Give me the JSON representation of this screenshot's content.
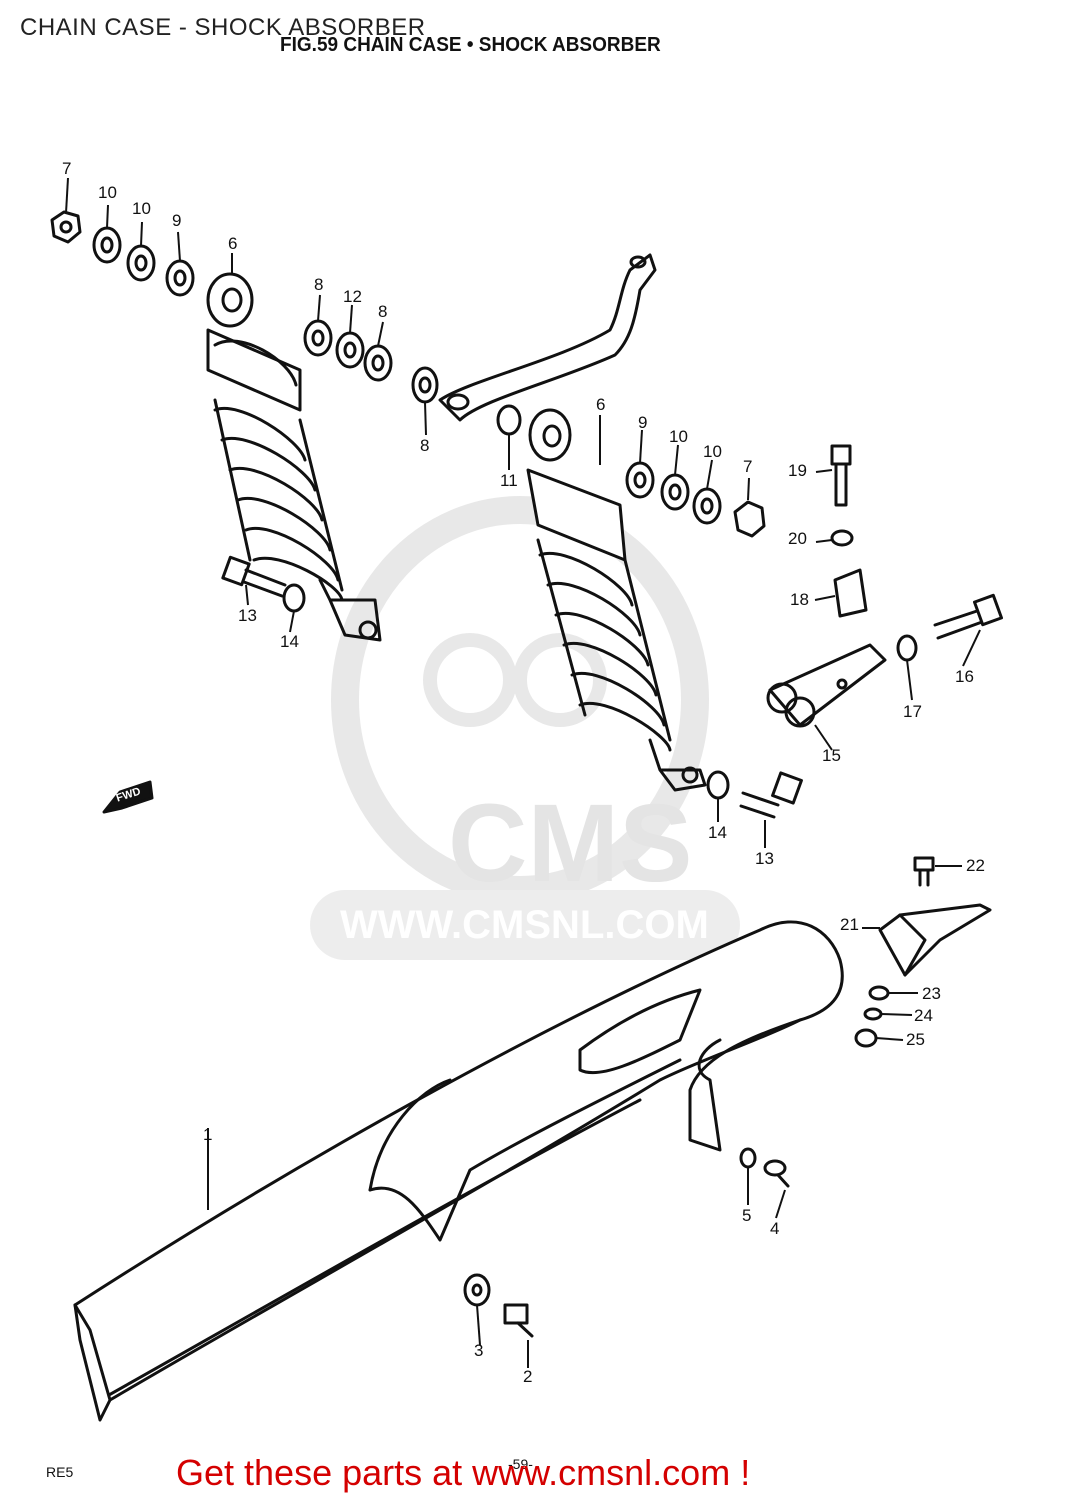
{
  "header": {
    "overlay_title": "CHAIN CASE - SHOCK ABSORBER",
    "fig_title": "FIG.59   CHAIN CASE  •  SHOCK ABSORBER"
  },
  "watermark": {
    "logo_text": "CMS",
    "url_text": "WWW.CMSNL.COM"
  },
  "footer": {
    "cta": "Get these parts at www.cmsnl.com !",
    "model": "RE5",
    "page": "-59-"
  },
  "fwd_label": "FWD",
  "callouts": [
    {
      "id": "c7a",
      "text": "7"
    },
    {
      "id": "c10a",
      "text": "10"
    },
    {
      "id": "c10b",
      "text": "10"
    },
    {
      "id": "c9a",
      "text": "9"
    },
    {
      "id": "c6a",
      "text": "6"
    },
    {
      "id": "c8a",
      "text": "8"
    },
    {
      "id": "c12",
      "text": "12"
    },
    {
      "id": "c8b",
      "text": "8"
    },
    {
      "id": "c8c",
      "text": "8"
    },
    {
      "id": "c11",
      "text": "11"
    },
    {
      "id": "c6b",
      "text": "6"
    },
    {
      "id": "c9b",
      "text": "9"
    },
    {
      "id": "c10c",
      "text": "10"
    },
    {
      "id": "c10d",
      "text": "10"
    },
    {
      "id": "c7b",
      "text": "7"
    },
    {
      "id": "c19",
      "text": "19"
    },
    {
      "id": "c20",
      "text": "20"
    },
    {
      "id": "c18",
      "text": "18"
    },
    {
      "id": "c16",
      "text": "16"
    },
    {
      "id": "c17",
      "text": "17"
    },
    {
      "id": "c15",
      "text": "15"
    },
    {
      "id": "c13a",
      "text": "13"
    },
    {
      "id": "c14a",
      "text": "14"
    },
    {
      "id": "c14b",
      "text": "14"
    },
    {
      "id": "c13b",
      "text": "13"
    },
    {
      "id": "c22",
      "text": "22"
    },
    {
      "id": "c21",
      "text": "21"
    },
    {
      "id": "c23",
      "text": "23"
    },
    {
      "id": "c24",
      "text": "24"
    },
    {
      "id": "c25",
      "text": "25"
    },
    {
      "id": "c1",
      "text": "1"
    },
    {
      "id": "c5",
      "text": "5"
    },
    {
      "id": "c4",
      "text": "4"
    },
    {
      "id": "c3",
      "text": "3"
    },
    {
      "id": "c2",
      "text": "2"
    }
  ]
}
